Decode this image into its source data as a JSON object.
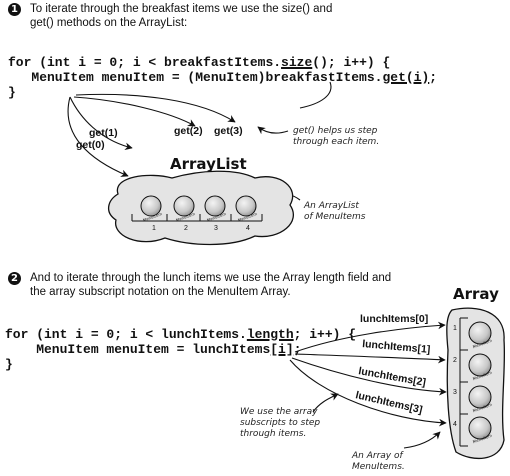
{
  "section1": {
    "badge": "1",
    "text": "To iterate through the breakfast items we use the size() and get() methods on the ArrayList:",
    "code_line1": {
      "pre": "for (int i = 0; i < breakfastItems.",
      "call": "size",
      "post": "(); i++) {"
    },
    "code_line2": {
      "pre": "   MenuItem menuItem = (MenuItem)breakfastItems.",
      "call": "get(i)",
      "post": ";"
    },
    "code_line3": "}",
    "calls": [
      "get(1)",
      "get(0)",
      "get(2)",
      "get(3)"
    ],
    "note": [
      "get() helps us step",
      "through each item."
    ],
    "container_title": "ArrayList",
    "container_note": [
      "An ArrayList",
      "of MenuItems"
    ],
    "item_label": "MenuItem",
    "indexes": [
      "1",
      "2",
      "3",
      "4"
    ]
  },
  "section2": {
    "badge": "2",
    "text": "And to iterate through the lunch items we use the Array length field and the array subscript notation on the MenuItem Array.",
    "code_line1": {
      "pre": "for (int i = 0; i < lunchItems.",
      "call": "length",
      "post": "; i++) {"
    },
    "code_line2": {
      "pre": "    MenuItem menuItem = lunchItems",
      "call": "[i]",
      "post": ";"
    },
    "code_line3": "}",
    "subscripts": [
      "lunchItems[0]",
      "lunchItems[1]",
      "lunchItems[2]",
      "lunchItems[3]"
    ],
    "note": [
      "We use the array",
      "subscripts to step",
      "through items."
    ],
    "container_title": "Array",
    "container_note": [
      "An Array of",
      "MenuItems."
    ],
    "item_label": "MenuItem",
    "indexes": [
      "1",
      "2",
      "3",
      "4"
    ]
  },
  "colors": {
    "ink": "#111111",
    "container_fill": "#e4e4e4",
    "ball_fill": "#d2d2d2"
  }
}
